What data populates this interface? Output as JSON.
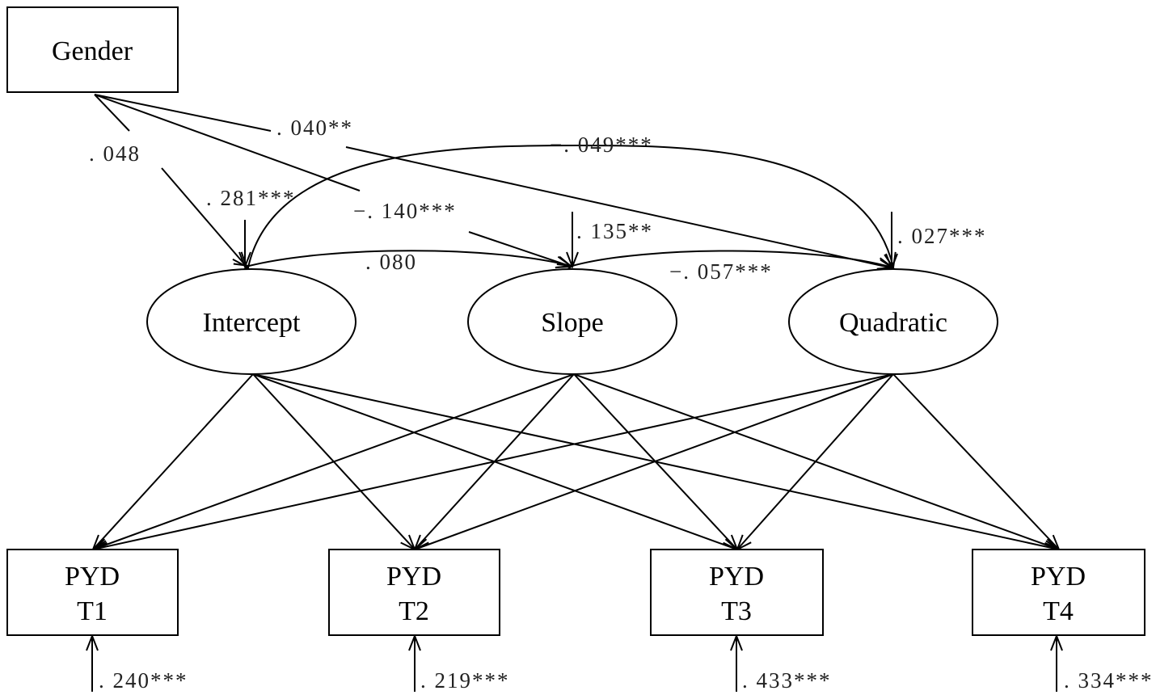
{
  "nodes": {
    "gender": "Gender",
    "intercept": "Intercept",
    "slope": "Slope",
    "quadratic": "Quadratic",
    "pyd_t1": [
      "PYD",
      "T1"
    ],
    "pyd_t2": [
      "PYD",
      "T2"
    ],
    "pyd_t3": [
      "PYD",
      "T3"
    ],
    "pyd_t4": [
      "PYD",
      "T4"
    ]
  },
  "coefficients": {
    "gender_to_intercept": ". 048",
    "gender_to_slope": "−. 140***",
    "gender_to_quadratic": ". 040**",
    "intercept_residual": ". 281***",
    "slope_residual": ". 135**",
    "quadratic_residual": ". 027***",
    "intercept_with_quadratic": "−. 049***",
    "intercept_with_slope": ". 080",
    "slope_with_quadratic": "−. 057***",
    "pyd_t1_residual": ". 240***",
    "pyd_t2_residual": ". 219***",
    "pyd_t3_residual": ". 433***",
    "pyd_t4_residual": ". 334***"
  },
  "colors": {
    "stroke": "#000000",
    "background": "#ffffff",
    "text": "#000000"
  }
}
